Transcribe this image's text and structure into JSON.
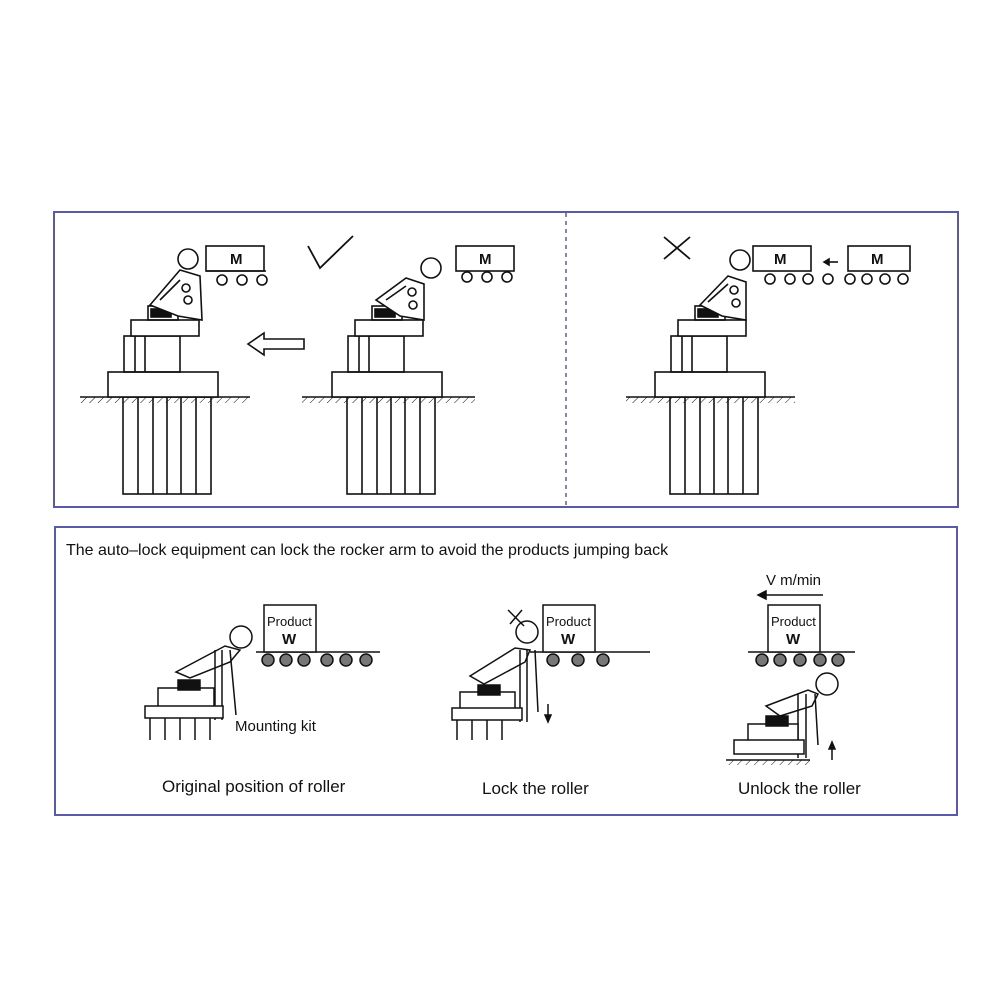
{
  "top": {
    "box_label": "M",
    "correct_mark": "✓",
    "wrong_mark": "✕"
  },
  "bottom": {
    "heading": "The auto–lock equipment can lock the rocker arm to avoid the products jumping back",
    "product_label": "Product",
    "weight_label": "W",
    "mounting_kit_label": "Mounting kit",
    "speed_label": "V  m/min",
    "captions": [
      "Original position of roller",
      "Lock the roller",
      "Unlock the roller"
    ]
  },
  "colors": {
    "frame": "#5a5aa8",
    "line": "#111111",
    "roller_fill": "#777777"
  }
}
